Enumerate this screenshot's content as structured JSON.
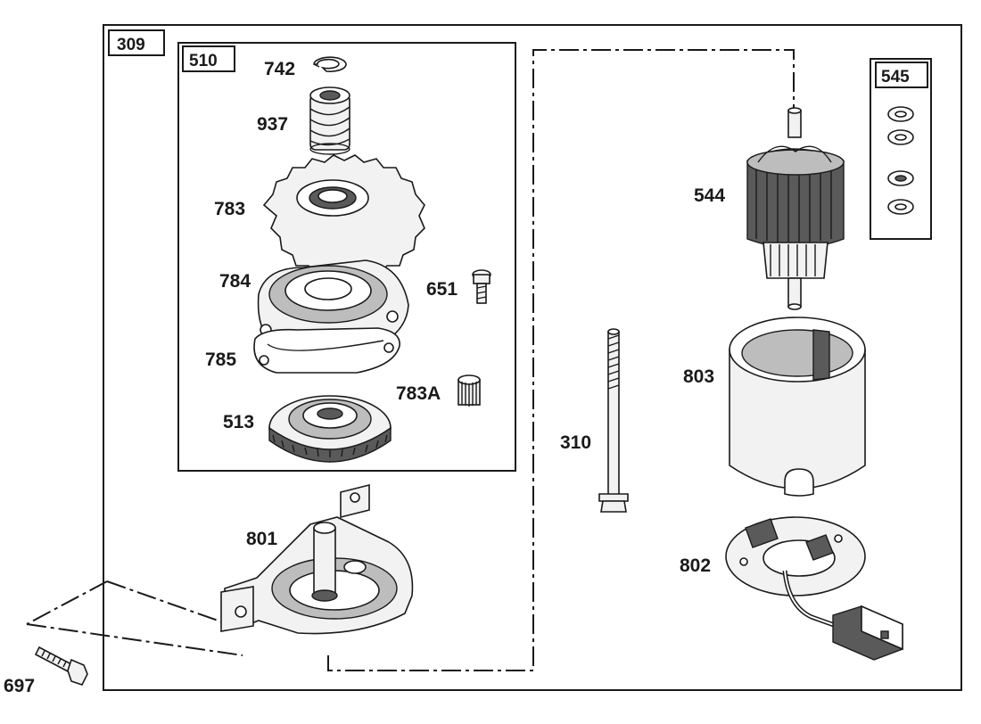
{
  "assembly_boxes": {
    "main": "309",
    "drive": "510",
    "kit": "545"
  },
  "parts": {
    "p742": "742",
    "p937": "937",
    "p783": "783",
    "p784": "784",
    "p651": "651",
    "p785": "785",
    "p783a": "783A",
    "p513": "513",
    "p801": "801",
    "p310": "310",
    "p544": "544",
    "p803": "803",
    "p802": "802",
    "p697": "697"
  }
}
